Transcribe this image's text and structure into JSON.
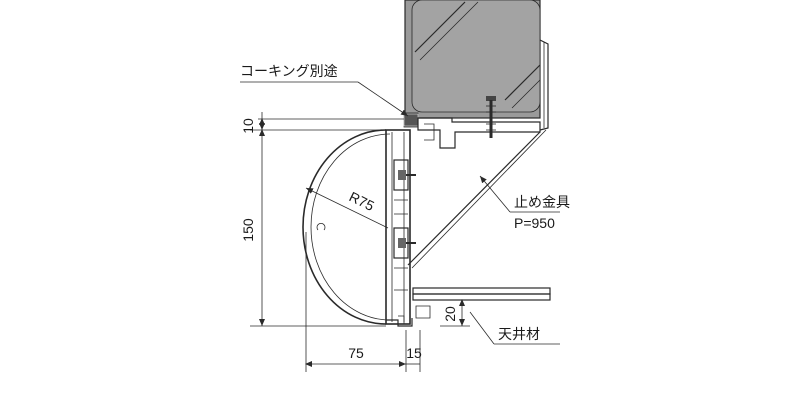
{
  "labels": {
    "caulking": "コーキング別途",
    "bracket": "止め金具",
    "bracket_pitch": "P=950",
    "ceiling": "天井材"
  },
  "dimensions": {
    "top_gap": "10",
    "height": "150",
    "radius": "R75",
    "width_75": "75",
    "width_15": "15",
    "ceiling_20": "20"
  },
  "colors": {
    "glass_fill": "#9a9a9a",
    "line": "#2a2a2a",
    "background": "#ffffff"
  }
}
